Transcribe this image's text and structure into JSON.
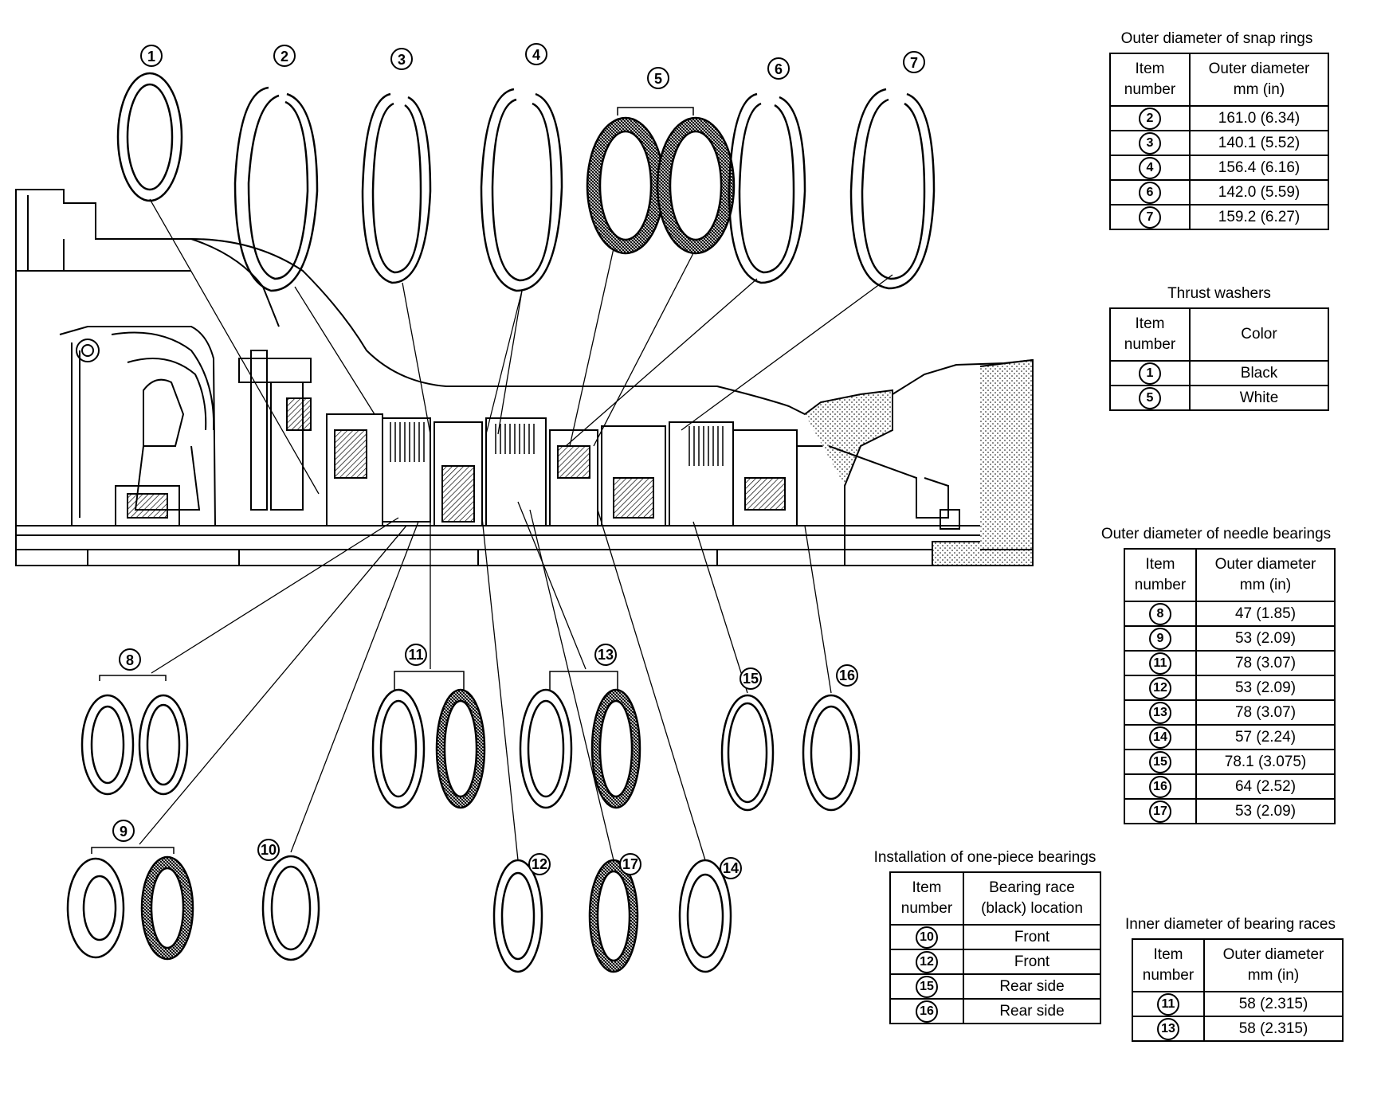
{
  "callouts": [
    "1",
    "2",
    "3",
    "4",
    "5",
    "6",
    "7",
    "8",
    "9",
    "10",
    "11",
    "12",
    "13",
    "14",
    "15",
    "16",
    "17"
  ],
  "snap_rings": {
    "title": "Outer diameter of snap rings",
    "col1": "Item number",
    "col2": "Outer diameter mm (in)",
    "rows": [
      {
        "item": "2",
        "value": "161.0 (6.34)"
      },
      {
        "item": "3",
        "value": "140.1 (5.52)"
      },
      {
        "item": "4",
        "value": "156.4 (6.16)"
      },
      {
        "item": "6",
        "value": "142.0 (5.59)"
      },
      {
        "item": "7",
        "value": "159.2 (6.27)"
      }
    ]
  },
  "thrust_washers": {
    "title": "Thrust washers",
    "col1": "Item number",
    "col2": "Color",
    "rows": [
      {
        "item": "1",
        "value": "Black"
      },
      {
        "item": "5",
        "value": "White"
      }
    ]
  },
  "needle_bearings": {
    "title": "Outer diameter of needle bearings",
    "col1": "Item number",
    "col2": "Outer diameter mm (in)",
    "rows": [
      {
        "item": "8",
        "value": "47 (1.85)"
      },
      {
        "item": "9",
        "value": "53 (2.09)"
      },
      {
        "item": "11",
        "value": "78 (3.07)"
      },
      {
        "item": "12",
        "value": "53 (2.09)"
      },
      {
        "item": "13",
        "value": "78 (3.07)"
      },
      {
        "item": "14",
        "value": "57 (2.24)"
      },
      {
        "item": "15",
        "value": "78.1 (3.075)"
      },
      {
        "item": "16",
        "value": "64 (2.52)"
      },
      {
        "item": "17",
        "value": "53 (2.09)"
      }
    ]
  },
  "one_piece_bearings": {
    "title": "Installation of one-piece bearings",
    "col1": "Item number",
    "col2": "Bearing race (black) location",
    "rows": [
      {
        "item": "10",
        "value": "Front"
      },
      {
        "item": "12",
        "value": "Front"
      },
      {
        "item": "15",
        "value": "Rear side"
      },
      {
        "item": "16",
        "value": "Rear side"
      }
    ]
  },
  "bearing_races": {
    "title": "Inner diameter of bearing races",
    "col1": "Item number",
    "col2": "Outer diameter mm (in)",
    "rows": [
      {
        "item": "11",
        "value": "58 (2.315)"
      },
      {
        "item": "13",
        "value": "58 (2.315)"
      }
    ]
  }
}
